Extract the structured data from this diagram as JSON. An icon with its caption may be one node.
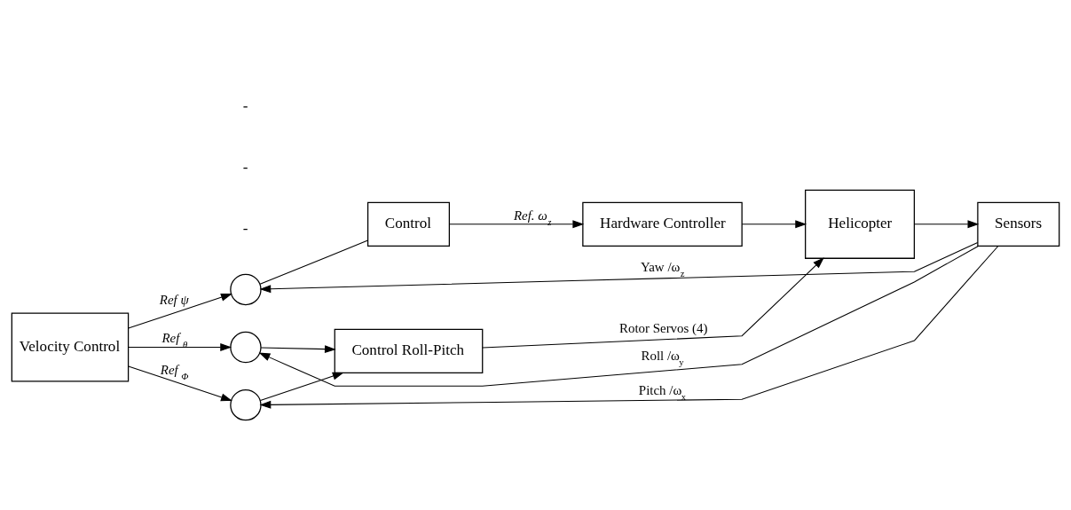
{
  "diagram": {
    "nodes": [
      {
        "text": [
          "Velocity Control"
        ]
      },
      {
        "text": [],
        "shape": "circle"
      },
      {
        "text": [
          "Control"
        ]
      },
      {
        "text": [
          "Hardware Controller"
        ]
      },
      {
        "text": [
          "Helicopter"
        ]
      },
      {
        "text": [],
        "shape": "circle"
      },
      {
        "text": [
          "Control Roll-Pitch"
        ]
      },
      {
        "text": [],
        "shape": "circle"
      },
      {
        "text": [
          "Sensors"
        ]
      }
    ],
    "edges": [
      {
        "from": 0,
        "to": 1,
        "arrow": "to",
        "label": "Ref ψ"
      },
      {
        "from": 1,
        "to": 2,
        "arrow": "none"
      },
      {
        "from": 2,
        "to": 3,
        "arrow": "to",
        "label": "Ref. ω$_{z}$"
      },
      {
        "from": 3,
        "to": 4,
        "arrow": "to"
      },
      {
        "from": 0,
        "to": 5,
        "arrow": "to",
        "label": "Ref $_{θ}$"
      },
      {
        "from": 5,
        "to": 6,
        "arrow": "to"
      },
      {
        "from": 0,
        "to": 7,
        "arrow": "to",
        "label": "Ref $_{Φ}$"
      },
      {
        "from": 7,
        "to": 6,
        "arrow": "to"
      },
      {
        "from": 6,
        "to": 4,
        "arrow": "to",
        "label": "Rotor Servos (4)"
      },
      {
        "from": 4,
        "to": 8,
        "arrow": "to"
      },
      {
        "from": 8,
        "to": 7,
        "arrow": "to",
        "label": "Pitch /ω$_{x}$"
      },
      {
        "from": 8,
        "to": 5,
        "arrow": "to",
        "label": "Roll /ω$_{y}$"
      },
      {
        "from": 8,
        "to": 1,
        "arrow": "to",
        "label": "Yaw /ω$_{z}$"
      }
    ],
    "labels": [
      "-",
      "-",
      "-"
    ]
  }
}
